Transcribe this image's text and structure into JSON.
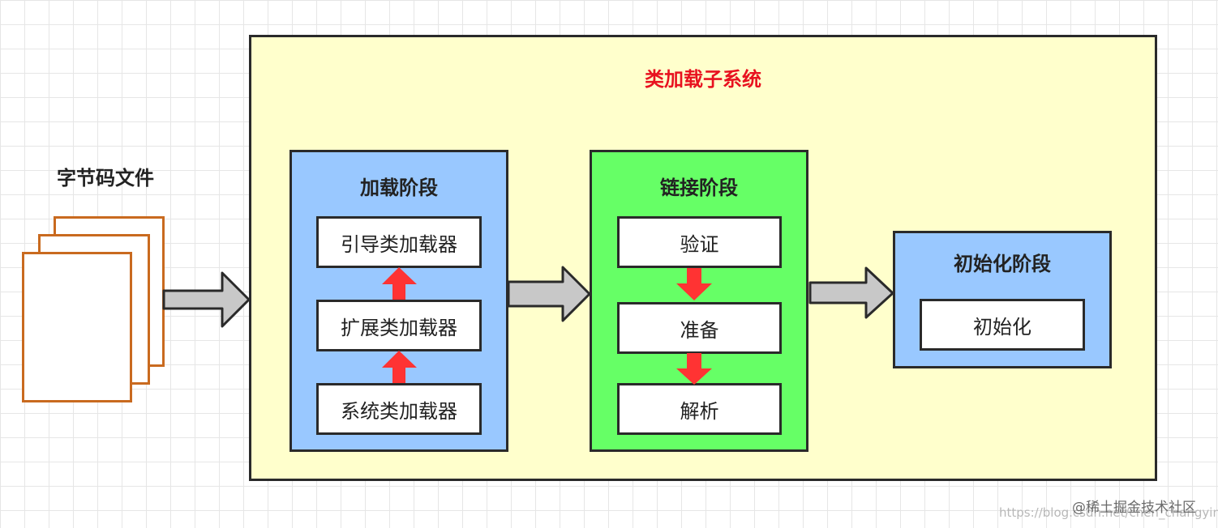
{
  "bytecode": {
    "label": "字节码文件"
  },
  "subsystem": {
    "title": "类加载子系统"
  },
  "loading": {
    "title": "加载阶段",
    "items": [
      "引导类加载器",
      "扩展类加载器",
      "系统类加载器"
    ]
  },
  "linking": {
    "title": "链接阶段",
    "items": [
      "验证",
      "准备",
      "解析"
    ]
  },
  "init": {
    "title": "初始化阶段",
    "items": [
      "初始化"
    ]
  },
  "colors": {
    "subsystem_bg": "#ffffcc",
    "subsystem_title": "#e8121f",
    "loading_bg": "#99c8ff",
    "linking_bg": "#66ff66",
    "init_bg": "#99c8ff",
    "page_border": "#c96a1f",
    "small_arrow": "#ff3333",
    "big_arrow": "#c8c8c8"
  },
  "watermark": {
    "main": "@稀土掘金技术社区",
    "url": "https://blog.csdn.net/chen_changying"
  }
}
